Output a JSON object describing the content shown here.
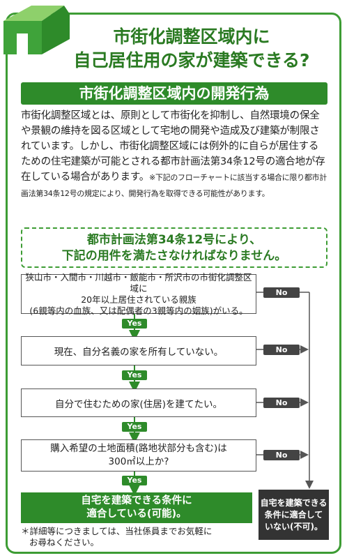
{
  "title": {
    "line1": "市街化調整区域内に",
    "line2": "自己居住用の家が建築できる?"
  },
  "section": {
    "heading": "市街化調整区域内の開発行為",
    "body": "市街化調整区域とは、原則として市街化を抑制し、自然環境の保全や景観の維持を図る区域として宅地の開発や造成及び建築が制限されています。しかし、市街化調整区域には例外的に自らが居住するための住宅建築が可能とされる都市計画法第34条12号の適合地が存在している場合があります。",
    "note": "※下記のフローチャートに該当する場合に限り都市計画法第34条12号の規定により、開発行為を取得できる可能性があります。"
  },
  "requirement": {
    "line1": "都市計画法第34条12号により、",
    "line2": "下記の用件を満たさなければなりません。"
  },
  "flow": {
    "steps": [
      {
        "line1": "狭山市・入間市・川越市・飯能市・所沢市の市街化調整区域に",
        "line2": "20年以上居住されている親族",
        "line3": "(6親等内の血族、又は配偶者の3親等内の姻族)がいる。"
      },
      {
        "line1": "現在、自分名義の家を所有していない。"
      },
      {
        "line1": "自分で住むための家(住居)を建てたい。"
      },
      {
        "line1": "購入希望の土地面積(路地状部分も含む)は",
        "line2": "300㎡以上か?"
      }
    ],
    "yes_label": "Yes",
    "no_label": "No",
    "result_yes": {
      "line1": "自宅を建築できる条件に",
      "line2": "適合している(可能)。"
    },
    "result_no": {
      "line1": "自宅を建築できる",
      "line2": "条件に適合して",
      "line3": "いない(不可)。"
    }
  },
  "footnote": {
    "line1": "＊詳細等につきましては、当社係員までお気軽に",
    "line2": "お尋ねください。"
  },
  "colors": {
    "brand_green": "#2e8b2a",
    "dark_gray": "#333333"
  }
}
